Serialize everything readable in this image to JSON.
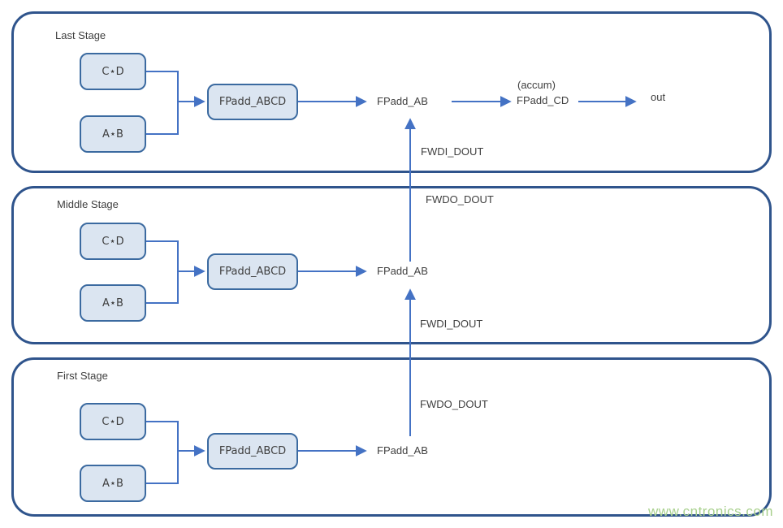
{
  "diagram": {
    "stages": [
      {
        "label": "Last Stage",
        "box_cd": "C⋆D",
        "box_ab": "A⋆B",
        "box_fpadd_abcd": "FPadd_ABCD",
        "node_fpadd_ab": "FPadd_AB",
        "accum_note": "(accum)",
        "node_fpadd_cd": "FPadd_CD",
        "node_out": "out",
        "wire_in_label": "FWDI_DOUT"
      },
      {
        "label": "Middle Stage",
        "box_cd": "C⋆D",
        "box_ab": "A⋆B",
        "box_fpadd_abcd": "FPadd_ABCD",
        "node_fpadd_ab": "FPadd_AB",
        "wire_out_label": "FWDO_DOUT",
        "wire_in_label": "FWDI_DOUT"
      },
      {
        "label": "First Stage",
        "box_cd": "C⋆D",
        "box_ab": "A⋆B",
        "box_fpadd_abcd": "FPadd_ABCD",
        "node_fpadd_ab": "FPadd_AB",
        "wire_out_label": "FWDO_DOUT"
      }
    ],
    "colors": {
      "stage_border": "#2f548c",
      "box_fill": "#dbe5f1",
      "box_border": "#3b6aa0",
      "wire": "#4472c4",
      "text": "#3f3f3f",
      "watermark": "#a8d08d"
    }
  },
  "watermark": {
    "text": "www.cntronics.com"
  }
}
